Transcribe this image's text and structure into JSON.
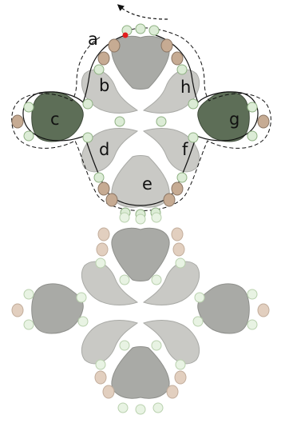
{
  "labels": {
    "a": "a",
    "b": "b",
    "c": "c",
    "d": "d",
    "e": "e",
    "f": "f",
    "g": "g",
    "h": "h"
  },
  "colors": {
    "beige_bead": "#c6ab93",
    "green_bead": "#dcecd6",
    "light_element": "#c9c9c5",
    "mid_element": "#a9aaa6",
    "dark_element": "#5d6e57",
    "thread": "#111111",
    "start_dot": "#e21d1d"
  }
}
